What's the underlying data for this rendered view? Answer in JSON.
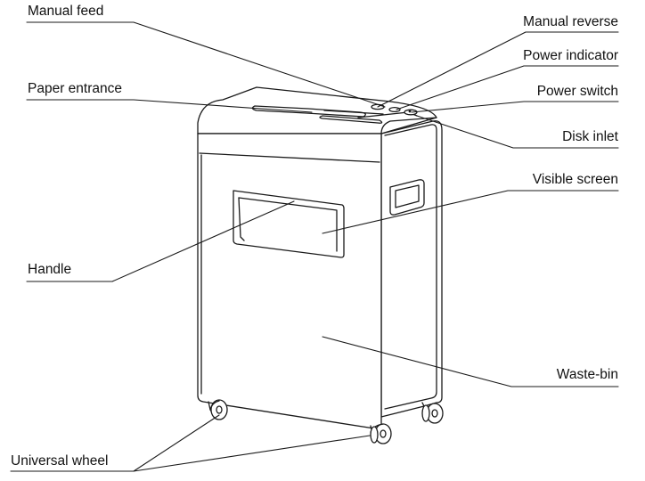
{
  "labels": {
    "manual_feed": "Manual feed",
    "paper_entrance": "Paper entrance",
    "handle": "Handle",
    "universal_wheel": "Universal wheel",
    "manual_reverse": "Manual reverse",
    "power_indicator": "Power indicator",
    "power_switch": "Power switch",
    "disk_inlet": "Disk inlet",
    "visible_screen": "Visible screen",
    "waste_bin": "Waste-bin"
  },
  "colors": {
    "line": "#1a1a1a",
    "fill": "#ffffff",
    "text": "#111111"
  }
}
